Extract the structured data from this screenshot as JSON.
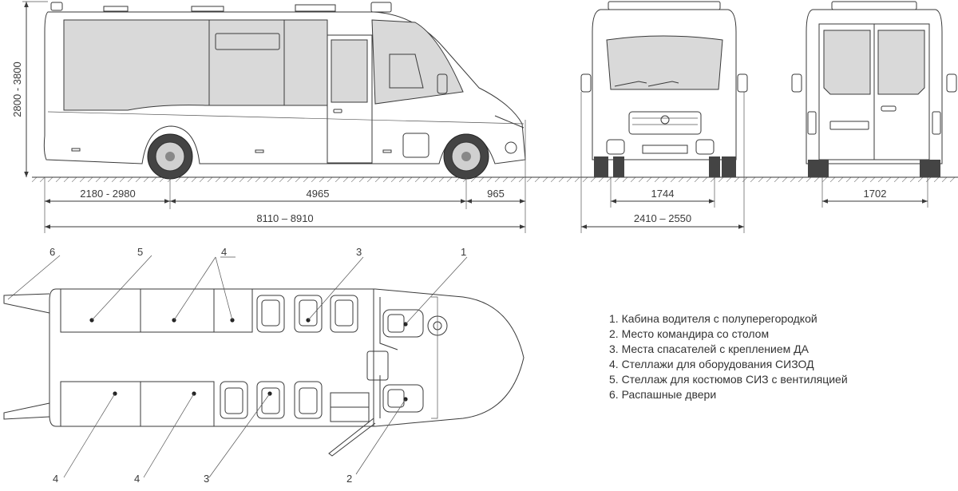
{
  "side_view": {
    "height_label": "2800 - 3800",
    "rear_overhang": "2180 - 2980",
    "wheelbase": "4965",
    "front_overhang": "965",
    "total_length": "8110 – 8910"
  },
  "front_view": {
    "track": "1744",
    "width": "2410 – 2550"
  },
  "rear_view": {
    "track": "1702"
  },
  "plan_callouts": {
    "c6": "6",
    "c5": "5",
    "c4_top": "4",
    "c3_top": "3",
    "c1": "1",
    "c4_bl": "4",
    "c4_bm": "4",
    "c3_bottom": "3",
    "c2": "2"
  },
  "legend": [
    "1. Кабина водителя с полуперегородкой",
    "2. Место командира со столом",
    "3. Места спасателей с креплением ДА",
    "4. Стеллажи для оборудования СИЗОД",
    "5. Стеллаж для костюмов СИЗ с вентиляцией",
    "6. Распашные двери"
  ]
}
